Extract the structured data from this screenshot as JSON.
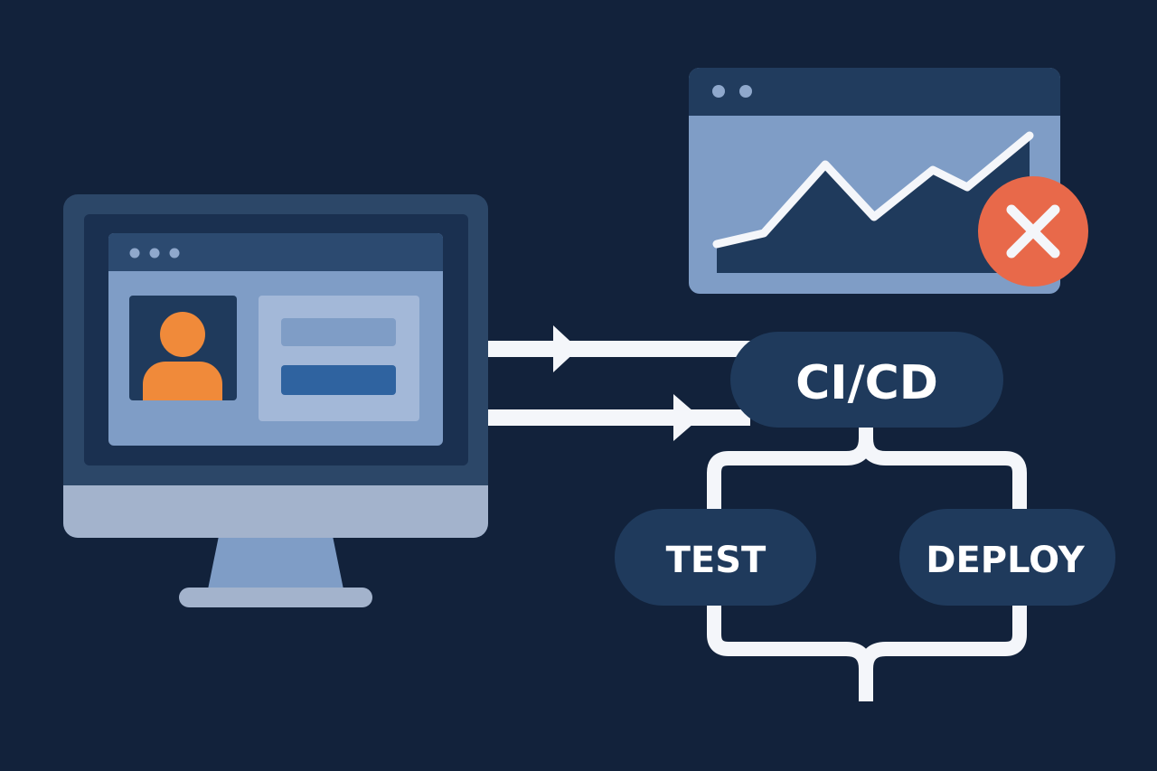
{
  "pipeline": {
    "main_label": "CI/CD",
    "branches": [
      {
        "label": "TEST"
      },
      {
        "label": "DEPLOY"
      }
    ]
  },
  "colors": {
    "background": "#12223b",
    "panel_dark": "#1f3a5c",
    "panel_light": "#7f9dc6",
    "accent_orange": "#f08a3a",
    "error_red": "#e8694a",
    "line_white": "#f4f6fa"
  },
  "icons": {
    "monitor": "monitor-icon",
    "user": "user-avatar-icon",
    "chart": "line-chart-icon",
    "error": "error-x-icon"
  }
}
